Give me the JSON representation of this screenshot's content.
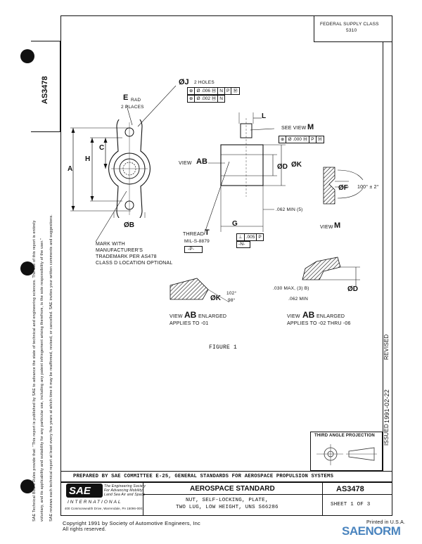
{
  "doc": {
    "number": "AS3478",
    "side_number": "AS3478",
    "federal_supply": "FEDERAL SUPPLY CLASS",
    "fsc_code": "5310",
    "revised": "REVISED",
    "issued": "ISSUED",
    "issued_date": "1991-02-22",
    "third_angle": "THIRD ANGLE PROJECTION",
    "prepared_by": "PREPARED BY SAE COMMITTEE E-25, GENERAL STANDARDS FOR AEROSPACE PROPULSION SYSTEMS",
    "standard_type": "AEROSPACE STANDARD",
    "title_line1": "NUT, SELF-LOCKING, PLATE,",
    "title_line2": "TWO LUG, LOW HEIGHT, UNS S66286",
    "sheet": "SHEET 1 OF 3",
    "sae_logo": "SAE",
    "sae_tagline1": "The Engineering Society",
    "sae_tagline2": "For Advancing Mobility",
    "sae_tagline3": "Land Sea Air and Space",
    "sae_intl": "INTERNATIONAL",
    "sae_address": "400 Commonwealth Drive, Warrendale, PA 15096-0001",
    "copyright_line1": "Copyright 1991 by Society of Automotive Engineers, Inc",
    "copyright_line2": "All rights reserved.",
    "printed": "Printed in U.S.A."
  },
  "notes": {
    "left_1": "SAE Technical Board Rules provide that: \"This report is published by SAE to advance the state of technical and engineering sciences. The use of this report is entirely",
    "left_2": "voluntary, and its applicability and suitability for any particular use, including any patent infringement arising therefrom, is the sole responsibility of the user.\"",
    "left_3": "SAE reviews each technical report at least every five years at which time it may be reaffirmed, revised, or cancelled. SAE invites your written comments and suggestions."
  },
  "drawing": {
    "j_label": "ØJ",
    "holes": "2 HOLES",
    "fcf1": [
      "⊕",
      "Ø .006 Ⓜ",
      "N",
      "P",
      "Ⓜ"
    ],
    "fcf2": [
      "⊕",
      "Ø .002 Ⓜ",
      "N"
    ],
    "e_label": "E",
    "rad": "RAD",
    "places": "2 PLACES",
    "dim_a": "A",
    "dim_h": "H",
    "dim_c": "C",
    "dim_b": "ØB",
    "mark_note_1": "MARK WITH",
    "mark_note_2": "MANUFACTURER'S",
    "mark_note_3": "TRADEMARK PER AS478",
    "mark_note_4": "CLASS D LOCATION OPTIONAL",
    "dim_l": "L",
    "see_view_m": "SEE VIEW",
    "view_m_letter": "M",
    "fcf3": [
      "⊕",
      "Ø .000 Ⓜ",
      "P",
      "Ⓜ"
    ],
    "view_ab_label": "VIEW",
    "ab": "AB",
    "dim_d": "ØD",
    "dim_k": "ØK",
    "thread_label": "THREAD",
    "thread_t": "T",
    "mil_spec": "MIL-S-8879",
    "datum_p": "-P-",
    "dim_g": "G",
    "min_062": ".062 MIN (5)",
    "flat_fcf": [
      "⊥",
      ".005",
      "P"
    ],
    "datum_n": "-N-",
    "dim_f": "ØF",
    "angle_100": "100° ± 2°",
    "view_m_text": "VIEW",
    "view_m_let": "M",
    "k_lower": "ØK",
    "angle_102": "102°",
    "angle_98": "98°",
    "ab_enl1_a": "VIEW",
    "ab_enl1_b": "AB",
    "ab_enl1_c": "ENLARGED",
    "applies_1": "APPLIES TO -01",
    "max_030": ".030 MAX, (3) B)",
    "min_062_b": ".062 MIN",
    "d_lower": "ØD",
    "ab_enl2_a": "VIEW",
    "ab_enl2_b": "AB",
    "ab_enl2_c": "ENLARGED",
    "applies_2": "APPLIES TO -02 THRU -06",
    "figure": "FIGURE 1"
  },
  "watermark": {
    "brand": "SAENORM"
  }
}
